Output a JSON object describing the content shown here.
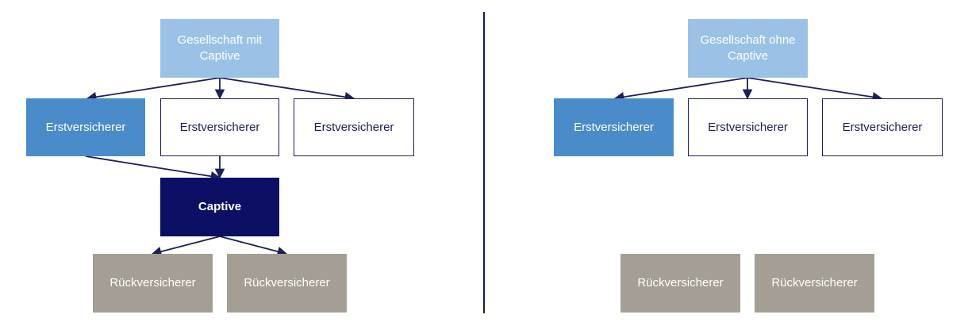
{
  "left": {
    "parent": "Gesellschaft mit Captive",
    "insurers": [
      "Erstversicherer",
      "Erstversicherer",
      "Erstversicherer"
    ],
    "captive": "Captive",
    "reinsurers": [
      "Rückversicherer",
      "Rückversicherer"
    ]
  },
  "right": {
    "parent": "Gesellschaft ohne Captive",
    "insurers": [
      "Erstversicherer",
      "Erstversicherer",
      "Erstversicherer"
    ],
    "reinsurers": [
      "Rückversicherer",
      "Rückversicherer"
    ]
  },
  "colors": {
    "parent": "#9bc2e6",
    "primary_insurer": "#4a8bc9",
    "captive": "#0c0f63",
    "reinsurer": "#a59e94",
    "line": "#1b1f5a"
  }
}
